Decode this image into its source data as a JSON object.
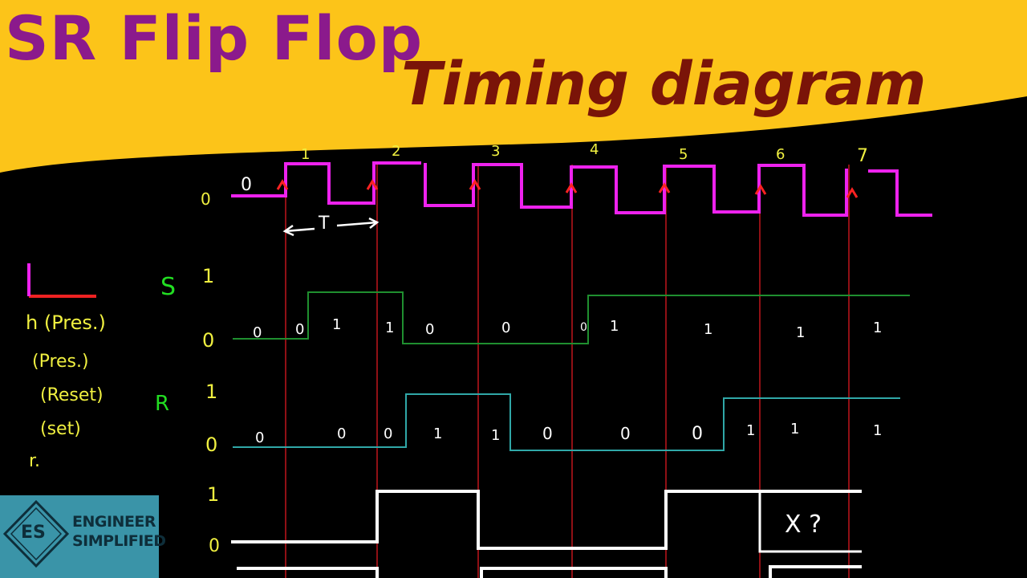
{
  "banner": {
    "title": "SR Flip Flop",
    "subtitle": "Timing diagram",
    "background": "#fcc419",
    "title_color": "#8b1a8c",
    "subtitle_color": "#7a1408"
  },
  "clock": {
    "label_low": "0",
    "edge_numbers": [
      "1",
      "2",
      "3",
      "4",
      "5",
      "6",
      "7"
    ],
    "period_label": "T",
    "color": "#ee22ee",
    "edge_marker_color": "#ff2222"
  },
  "signal_s": {
    "name": "S",
    "label_high": "1",
    "label_low": "0",
    "values": [
      "0",
      "0",
      "1",
      "1",
      "0",
      "0",
      "0",
      "1",
      "1",
      "1",
      "1"
    ],
    "color": "#1f8f2f",
    "name_color": "#22dd22"
  },
  "signal_r": {
    "name": "R",
    "label_high": "1",
    "label_low": "0",
    "values": [
      "0",
      "0",
      "0",
      "1",
      "1",
      "0",
      "0",
      "0",
      "1",
      "1",
      "1"
    ],
    "color": "#30a8a8",
    "name_color": "#22dd22"
  },
  "signal_q": {
    "label_high": "1",
    "label_low": "0",
    "annotation": "X ?",
    "color": "#ffffff"
  },
  "side_notes": {
    "lines": [
      "h (Pres.)",
      "(Pres.)",
      "(Reset)",
      "(set)",
      "r."
    ],
    "color": "#f0f040"
  },
  "logo": {
    "badge": "ES",
    "line1": "ENGINEER",
    "line2": "SIMPLIFIED",
    "color": "#3a94a8"
  },
  "guide_line_color": "#c0151c"
}
